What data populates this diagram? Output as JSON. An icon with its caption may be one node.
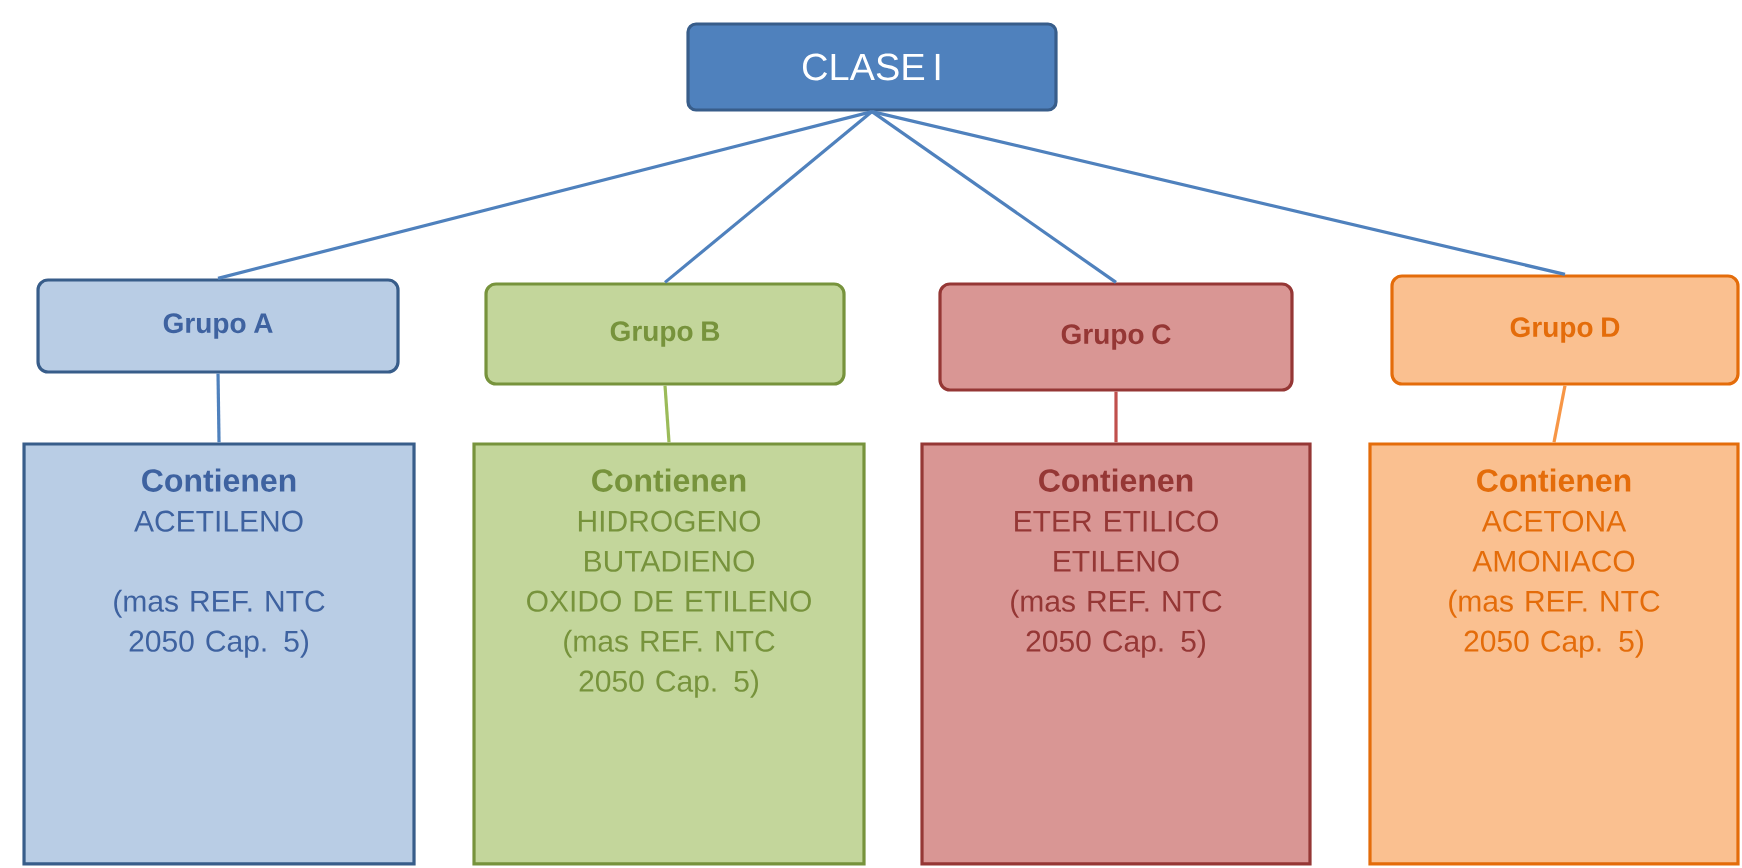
{
  "diagram": {
    "nodes": [
      {
        "text": [
          "CLASE I"
        ]
      },
      {
        "text": [
          "Grupo A"
        ]
      },
      {
        "text": [
          "Grupo B"
        ]
      },
      {
        "text": [
          "Grupo C"
        ]
      },
      {
        "text": [
          "Grupo D"
        ]
      },
      {
        "text": [
          "Contienen",
          "ACETILENO",
          "(mas REF. NTC 2050 Cap. 5)"
        ]
      },
      {
        "text": [
          "Contienen",
          "HIDROGENO",
          "BUTADIENO",
          "OXIDO DE ETILENO",
          "(mas REF. NTC 2050 Cap. 5)"
        ]
      },
      {
        "text": [
          "Contienen",
          "ETER ETILICO",
          "ETILENO",
          "(mas REF. NTC 2050 Cap. 5)"
        ]
      },
      {
        "text": [
          "Contienen",
          "ACETONA",
          "AMONIACO",
          "(mas REF. NTC 2050 Cap. 5)"
        ]
      }
    ],
    "edges": [
      {
        "from": 0,
        "to": 1,
        "arrow": "none"
      },
      {
        "from": 0,
        "to": 2,
        "arrow": "none"
      },
      {
        "from": 0,
        "to": 3,
        "arrow": "none"
      },
      {
        "from": 0,
        "to": 4,
        "arrow": "none"
      },
      {
        "from": 1,
        "to": 5,
        "arrow": "none"
      },
      {
        "from": 2,
        "to": 6,
        "arrow": "none",
        "color": "#9bbb59"
      },
      {
        "from": 3,
        "to": 7,
        "arrow": "none",
        "color": "#c0504d"
      },
      {
        "from": 4,
        "to": 8,
        "arrow": "none",
        "color": "#f79646"
      }
    ]
  }
}
